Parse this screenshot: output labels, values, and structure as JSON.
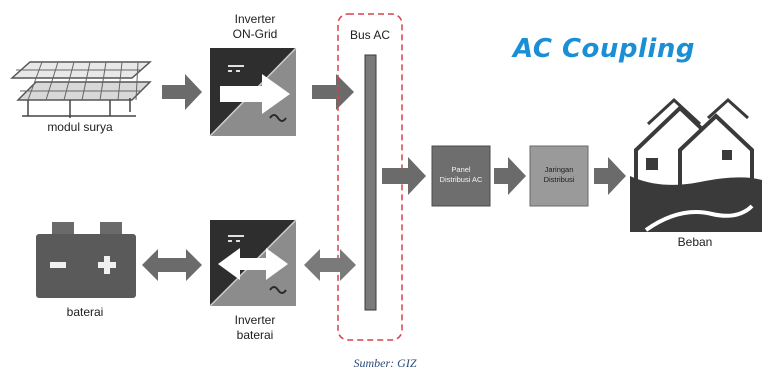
{
  "title": "AC Coupling",
  "labels": {
    "solar": "modul surya",
    "battery": "baterai",
    "inverter_grid_line1": "Inverter",
    "inverter_grid_line2": "ON-Grid",
    "inverter_battery_line1": "Inverter",
    "inverter_battery_line2": "baterai",
    "bus": "Bus AC",
    "panel_line1": "Panel",
    "panel_line2": "Distribusi AC",
    "network_line1": "Jaringan",
    "network_line2": "Distribusi",
    "load": "Beban"
  },
  "source": "Sumber: GIZ",
  "colors": {
    "title": "#1a8fd6",
    "arrow": "#6b6b6b",
    "inverter_dark": "#2e2e2e",
    "inverter_light": "#8c8c8c",
    "bus_bar": "#7a7a7a",
    "bus_outline": "#d9404a",
    "panel_box": "#6e6e6e",
    "network_box": "#9a9a9a",
    "house": "#3a3a3a"
  }
}
